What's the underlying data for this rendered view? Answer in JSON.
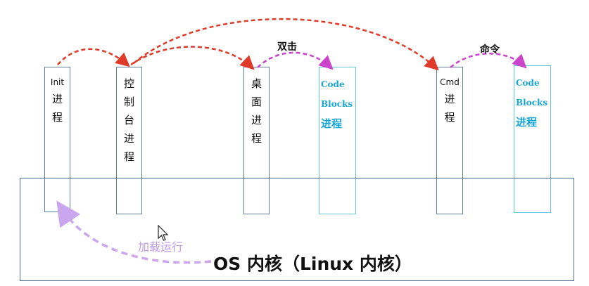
{
  "processes": {
    "init": {
      "lines": [
        "Init",
        "进",
        "程"
      ]
    },
    "console": {
      "lines": [
        "控",
        "制",
        "台",
        "进",
        "程"
      ]
    },
    "desktop": {
      "lines": [
        "桌",
        "面",
        "进",
        "程"
      ]
    },
    "codeblocks1": {
      "lines": [
        "Code",
        "Blocks",
        "进程"
      ]
    },
    "cmd": {
      "lines": [
        "Cmd",
        "进",
        "程"
      ]
    },
    "codeblocks2": {
      "lines": [
        "Code",
        "Blocks",
        "进程"
      ]
    }
  },
  "labels": {
    "double_click": "双击",
    "command": "命令",
    "load_run": "加载运行",
    "kernel": "OS 内核（Linux 内核）"
  },
  "colors": {
    "red_arrow": "#e03a2a",
    "purple_arrow": "#cc44cc",
    "light_purple_arrow": "#c9a6ee",
    "box_border": "#5f7d99",
    "blue_box_border": "#5ec8d6",
    "blue_text": "#16a6d6"
  }
}
